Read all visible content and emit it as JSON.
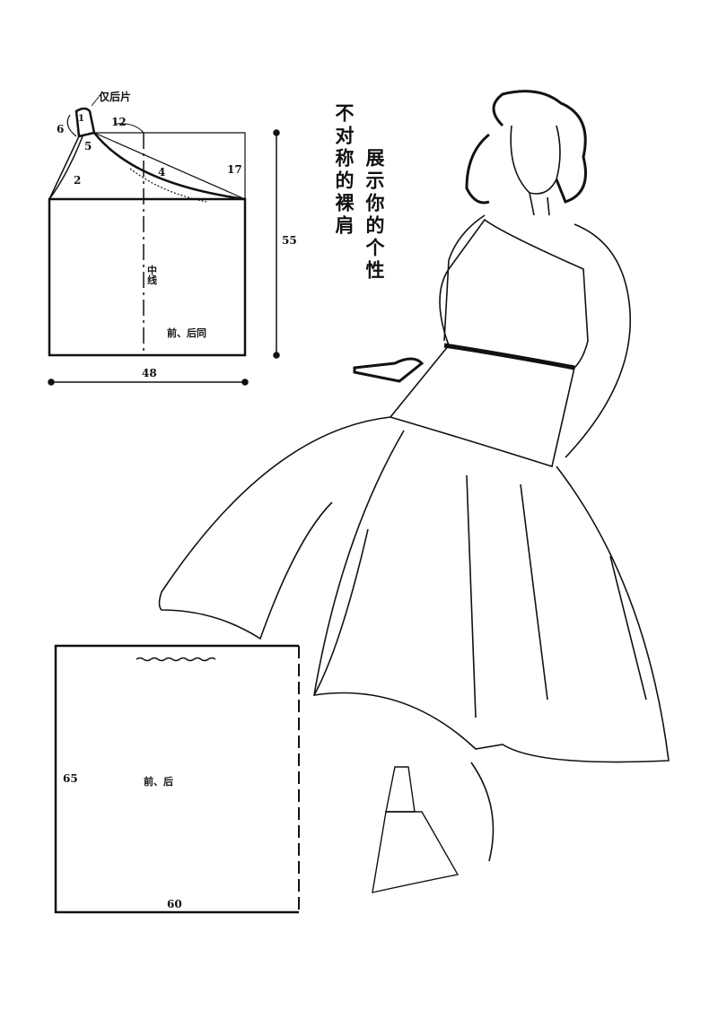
{
  "headline": {
    "line1": "不对称的裸肩",
    "line2": "展示你的个性"
  },
  "bodice_pattern": {
    "back_only_note": "仅后片",
    "dim_shoulder": "12",
    "dim_strap_width": "6",
    "dim_strap_num": "1",
    "dim_5": "5",
    "dim_2": "2",
    "dim_4": "4",
    "dim_17": "17",
    "dim_length": "55",
    "center_line": "中线",
    "piece_note": "前、后同",
    "dim_width": "48"
  },
  "skirt_pattern": {
    "dim_length": "65",
    "piece_note": "前、后",
    "dim_width": "60"
  }
}
